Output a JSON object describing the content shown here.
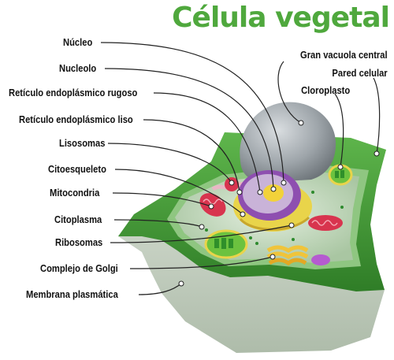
{
  "title": "Célula vegetal",
  "labels": {
    "nucleo": "Núcleo",
    "nucleolo": "Nucleolo",
    "rer": "Retículo endoplásmico rugoso",
    "rel": "Retículo endoplásmico liso",
    "lisosomas": "Lisosomas",
    "citoesqueleto": "Citoesqueleto",
    "mitocondria": "Mitocondria",
    "citoplasma": "Citoplasma",
    "ribosomas": "Ribosomas",
    "golgi": "Complejo de Golgi",
    "membrana": "Membrana plasmática",
    "vacuola": "Gran vacuola central",
    "pared": "Pared celular",
    "cloroplasto": "Cloroplasto"
  },
  "colors": {
    "title": "#4fa83d",
    "cell_wall": "#3f9a34",
    "cytoplasm": "#c9dcc4",
    "vacuole": "#9aa1a6",
    "nucleus_envelope": "#8e4fb0",
    "nucleolus": "#f2d23a",
    "rough_er": "#e9d44a",
    "mitochondria": "#d8344e",
    "chloroplast": "#6cc23f",
    "golgi": "#f0c43a"
  }
}
